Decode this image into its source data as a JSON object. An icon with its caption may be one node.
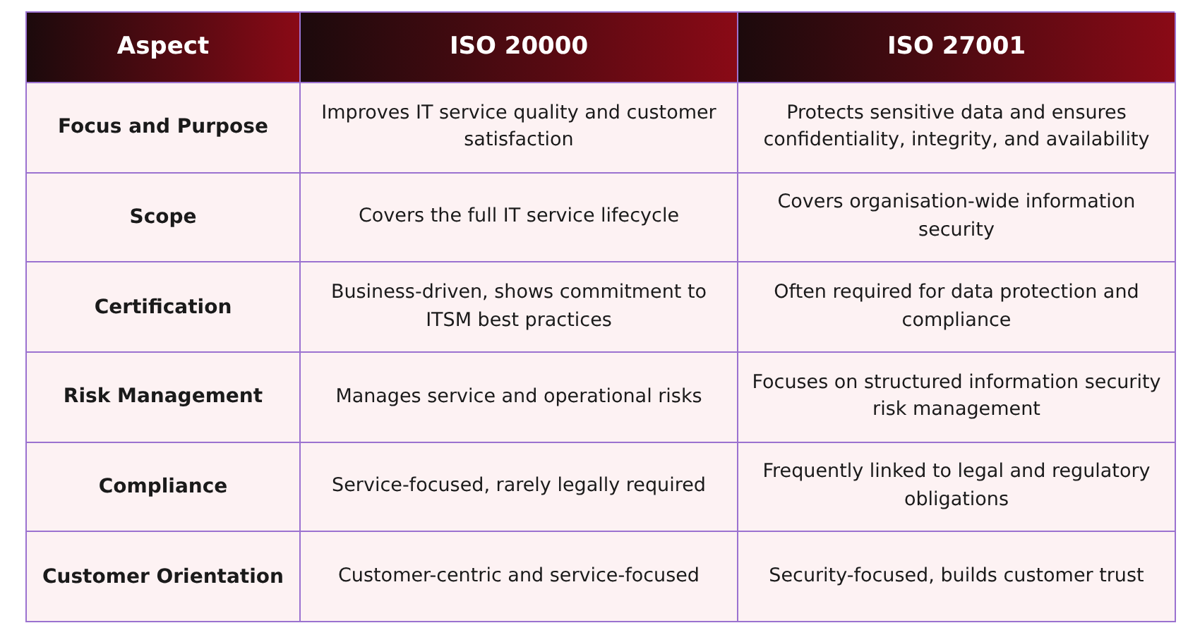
{
  "diagram": {
    "labels": [
      "Aspect",
      "ISO 20000",
      "ISO 27001",
      "Focus and Purpose",
      "Improves IT service quality and customer satisfaction",
      "Protects sensitive data and ensures confidentiality, integrity, and availability",
      "Scope",
      "Covers the full IT service lifecycle",
      "Covers organisation-wide information security",
      "Certification",
      "Business-driven, shows commitment to ITSM best practices",
      "Often required for data protection and compliance",
      "Risk Management",
      "Manages service and operational risks",
      "Focuses on structured information security risk management",
      "Compliance",
      "Service-focused, rarely legally required",
      "Frequently linked to legal and regulatory obligations",
      "Customer Orientation",
      "Customer-centric and service-focused",
      "Security-focused, builds customer trust"
    ]
  }
}
